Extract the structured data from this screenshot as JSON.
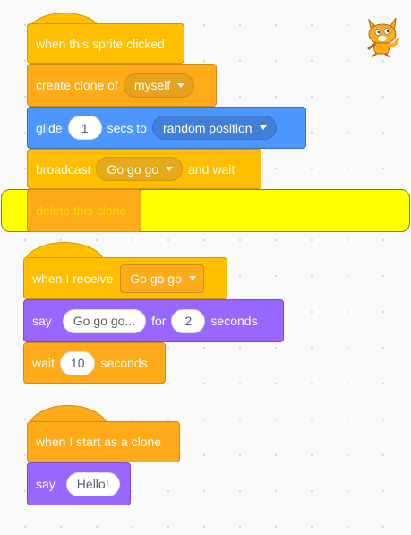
{
  "script1": {
    "hat_label": "when this sprite clicked",
    "create_clone_label": "create clone of",
    "create_clone_target": "myself",
    "glide_label": "glide",
    "glide_secs": "1",
    "glide_secs_to": "secs to",
    "glide_target": "random position",
    "broadcast_label": "broadcast",
    "broadcast_message": "Go go go",
    "broadcast_and_wait": "and wait",
    "delete_clone_label": "delete this clone"
  },
  "script2": {
    "hat_label": "when I receive",
    "hat_message": "Go go go",
    "say_label": "say",
    "say_text": "Go go go...",
    "say_for": "for",
    "say_secs": "2",
    "say_seconds": "seconds",
    "wait_label": "wait",
    "wait_secs": "10",
    "wait_seconds": "seconds"
  },
  "script3": {
    "hat_label": "when I start as a clone",
    "say_label": "say",
    "say_text": "Hello!"
  },
  "colors": {
    "events": "#ffbf00",
    "control": "#ffab19",
    "motion": "#4c97ff",
    "looks": "#9966ff",
    "highlight": "#ffff00"
  },
  "sprite_icon": "scratch-cat-icon"
}
